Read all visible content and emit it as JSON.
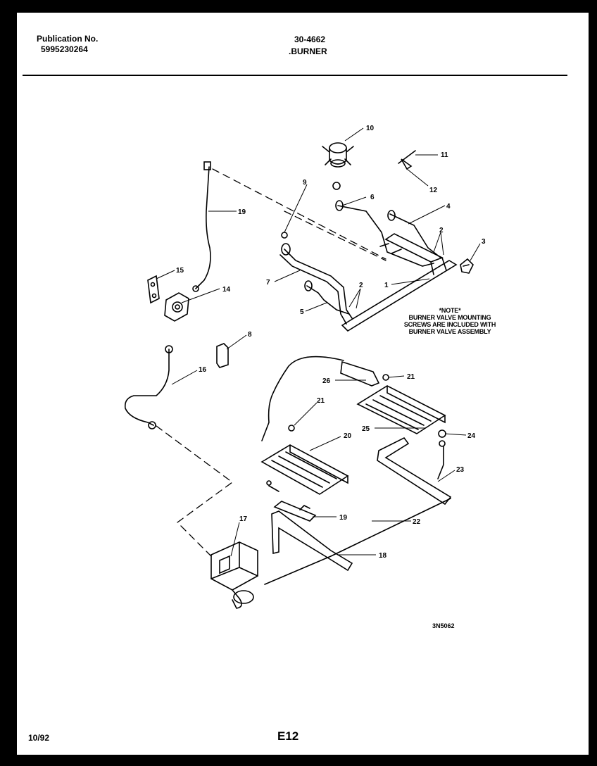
{
  "header": {
    "publication_label": "Publication No.",
    "publication_number": "5995230264",
    "model_number": "30-4662",
    "section_title": ".BURNER"
  },
  "note": {
    "title": "*NOTE*",
    "line1": "BURNER VALVE MOUNTING",
    "line2": "SCREWS ARE INCLUDED WITH",
    "line3": "BURNER VALVE ASSEMBLY"
  },
  "callouts": [
    "10",
    "11",
    "12",
    "9",
    "6",
    "4",
    "2",
    "3",
    "19",
    "15",
    "14",
    "7",
    "1",
    "5",
    "2",
    "8",
    "16",
    "21",
    "26",
    "21",
    "25",
    "24",
    "20",
    "23",
    "17",
    "19",
    "22",
    "18"
  ],
  "footer": {
    "drawing_code": "3N5062",
    "date": "10/92",
    "page_code": "E12"
  }
}
